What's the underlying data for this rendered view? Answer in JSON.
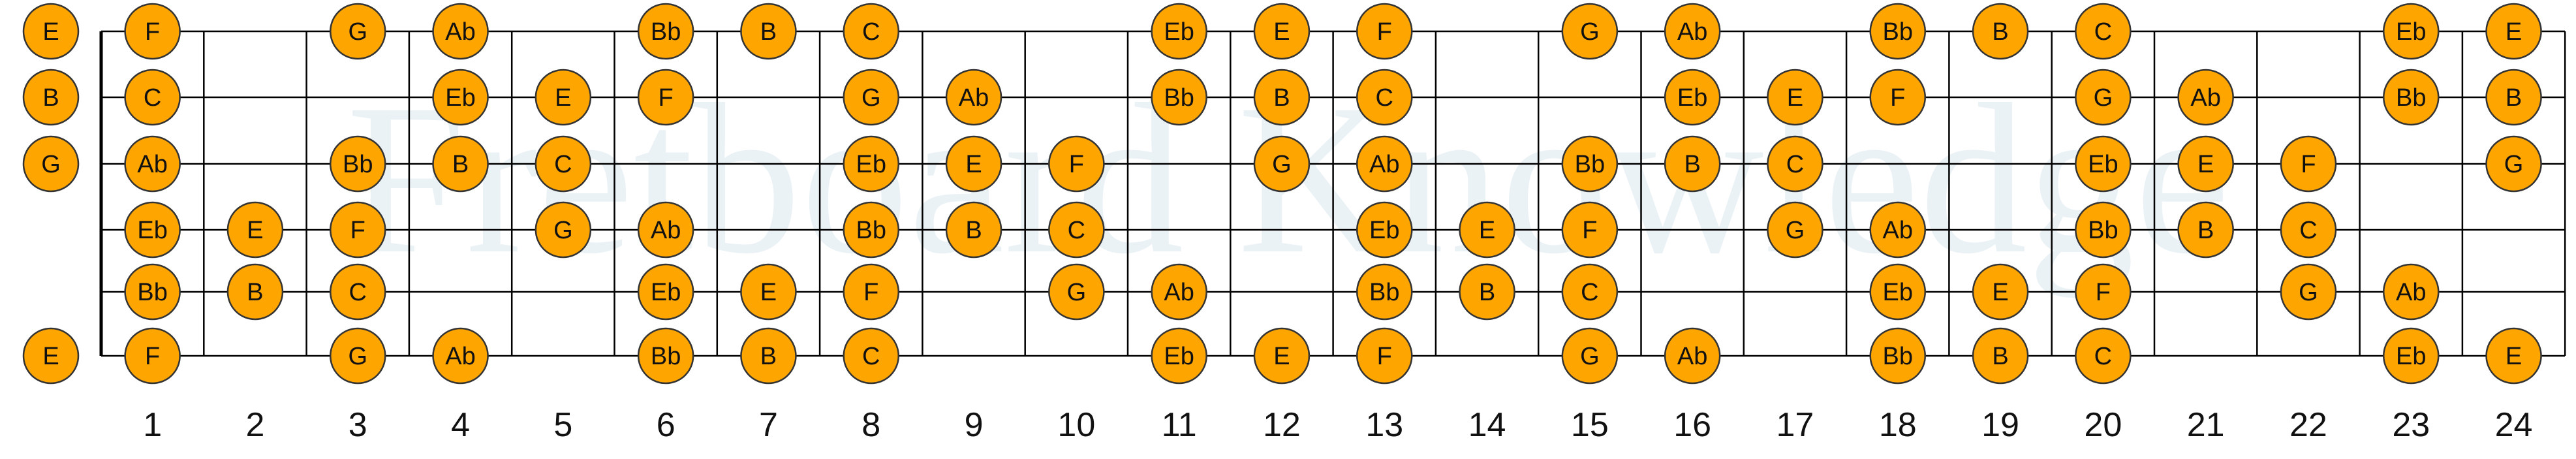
{
  "watermark": "Fretboard Knowledge",
  "colors": {
    "note_fill": "#FFA500",
    "note_stroke": "#333333",
    "line": "#000000"
  },
  "open_strings": [
    "E",
    "B",
    "G",
    "",
    "",
    "E"
  ],
  "fret_numbers": [
    "1",
    "2",
    "3",
    "4",
    "5",
    "6",
    "7",
    "8",
    "9",
    "10",
    "11",
    "12",
    "13",
    "14",
    "15",
    "16",
    "17",
    "18",
    "19",
    "20",
    "21",
    "22",
    "23",
    "24"
  ],
  "strings": [
    [
      "F",
      "",
      "G",
      "Ab",
      "",
      "Bb",
      "B",
      "C",
      "",
      "",
      "Eb",
      "E",
      "F",
      "",
      "G",
      "Ab",
      "",
      "Bb",
      "B",
      "C",
      "",
      "",
      "Eb",
      "E"
    ],
    [
      "C",
      "",
      "",
      "Eb",
      "E",
      "F",
      "",
      "G",
      "Ab",
      "",
      "Bb",
      "B",
      "C",
      "",
      "",
      "Eb",
      "E",
      "F",
      "",
      "G",
      "Ab",
      "",
      "Bb",
      "B"
    ],
    [
      "Ab",
      "",
      "Bb",
      "B",
      "C",
      "",
      "",
      "Eb",
      "E",
      "F",
      "",
      "G",
      "Ab",
      "",
      "Bb",
      "B",
      "C",
      "",
      "",
      "Eb",
      "E",
      "F",
      "",
      "G"
    ],
    [
      "Eb",
      "E",
      "F",
      "",
      "G",
      "Ab",
      "",
      "Bb",
      "B",
      "C",
      "",
      "",
      "Eb",
      "E",
      "F",
      "",
      "G",
      "Ab",
      "",
      "Bb",
      "B",
      "C",
      "",
      ""
    ],
    [
      "Bb",
      "B",
      "C",
      "",
      "",
      "Eb",
      "E",
      "F",
      "",
      "G",
      "Ab",
      "",
      "Bb",
      "B",
      "C",
      "",
      "",
      "Eb",
      "E",
      "F",
      "",
      "G",
      "Ab",
      ""
    ],
    [
      "F",
      "",
      "G",
      "Ab",
      "",
      "Bb",
      "B",
      "C",
      "",
      "",
      "Eb",
      "E",
      "F",
      "",
      "G",
      "Ab",
      "",
      "Bb",
      "B",
      "C",
      "",
      "",
      "Eb",
      "E"
    ]
  ]
}
